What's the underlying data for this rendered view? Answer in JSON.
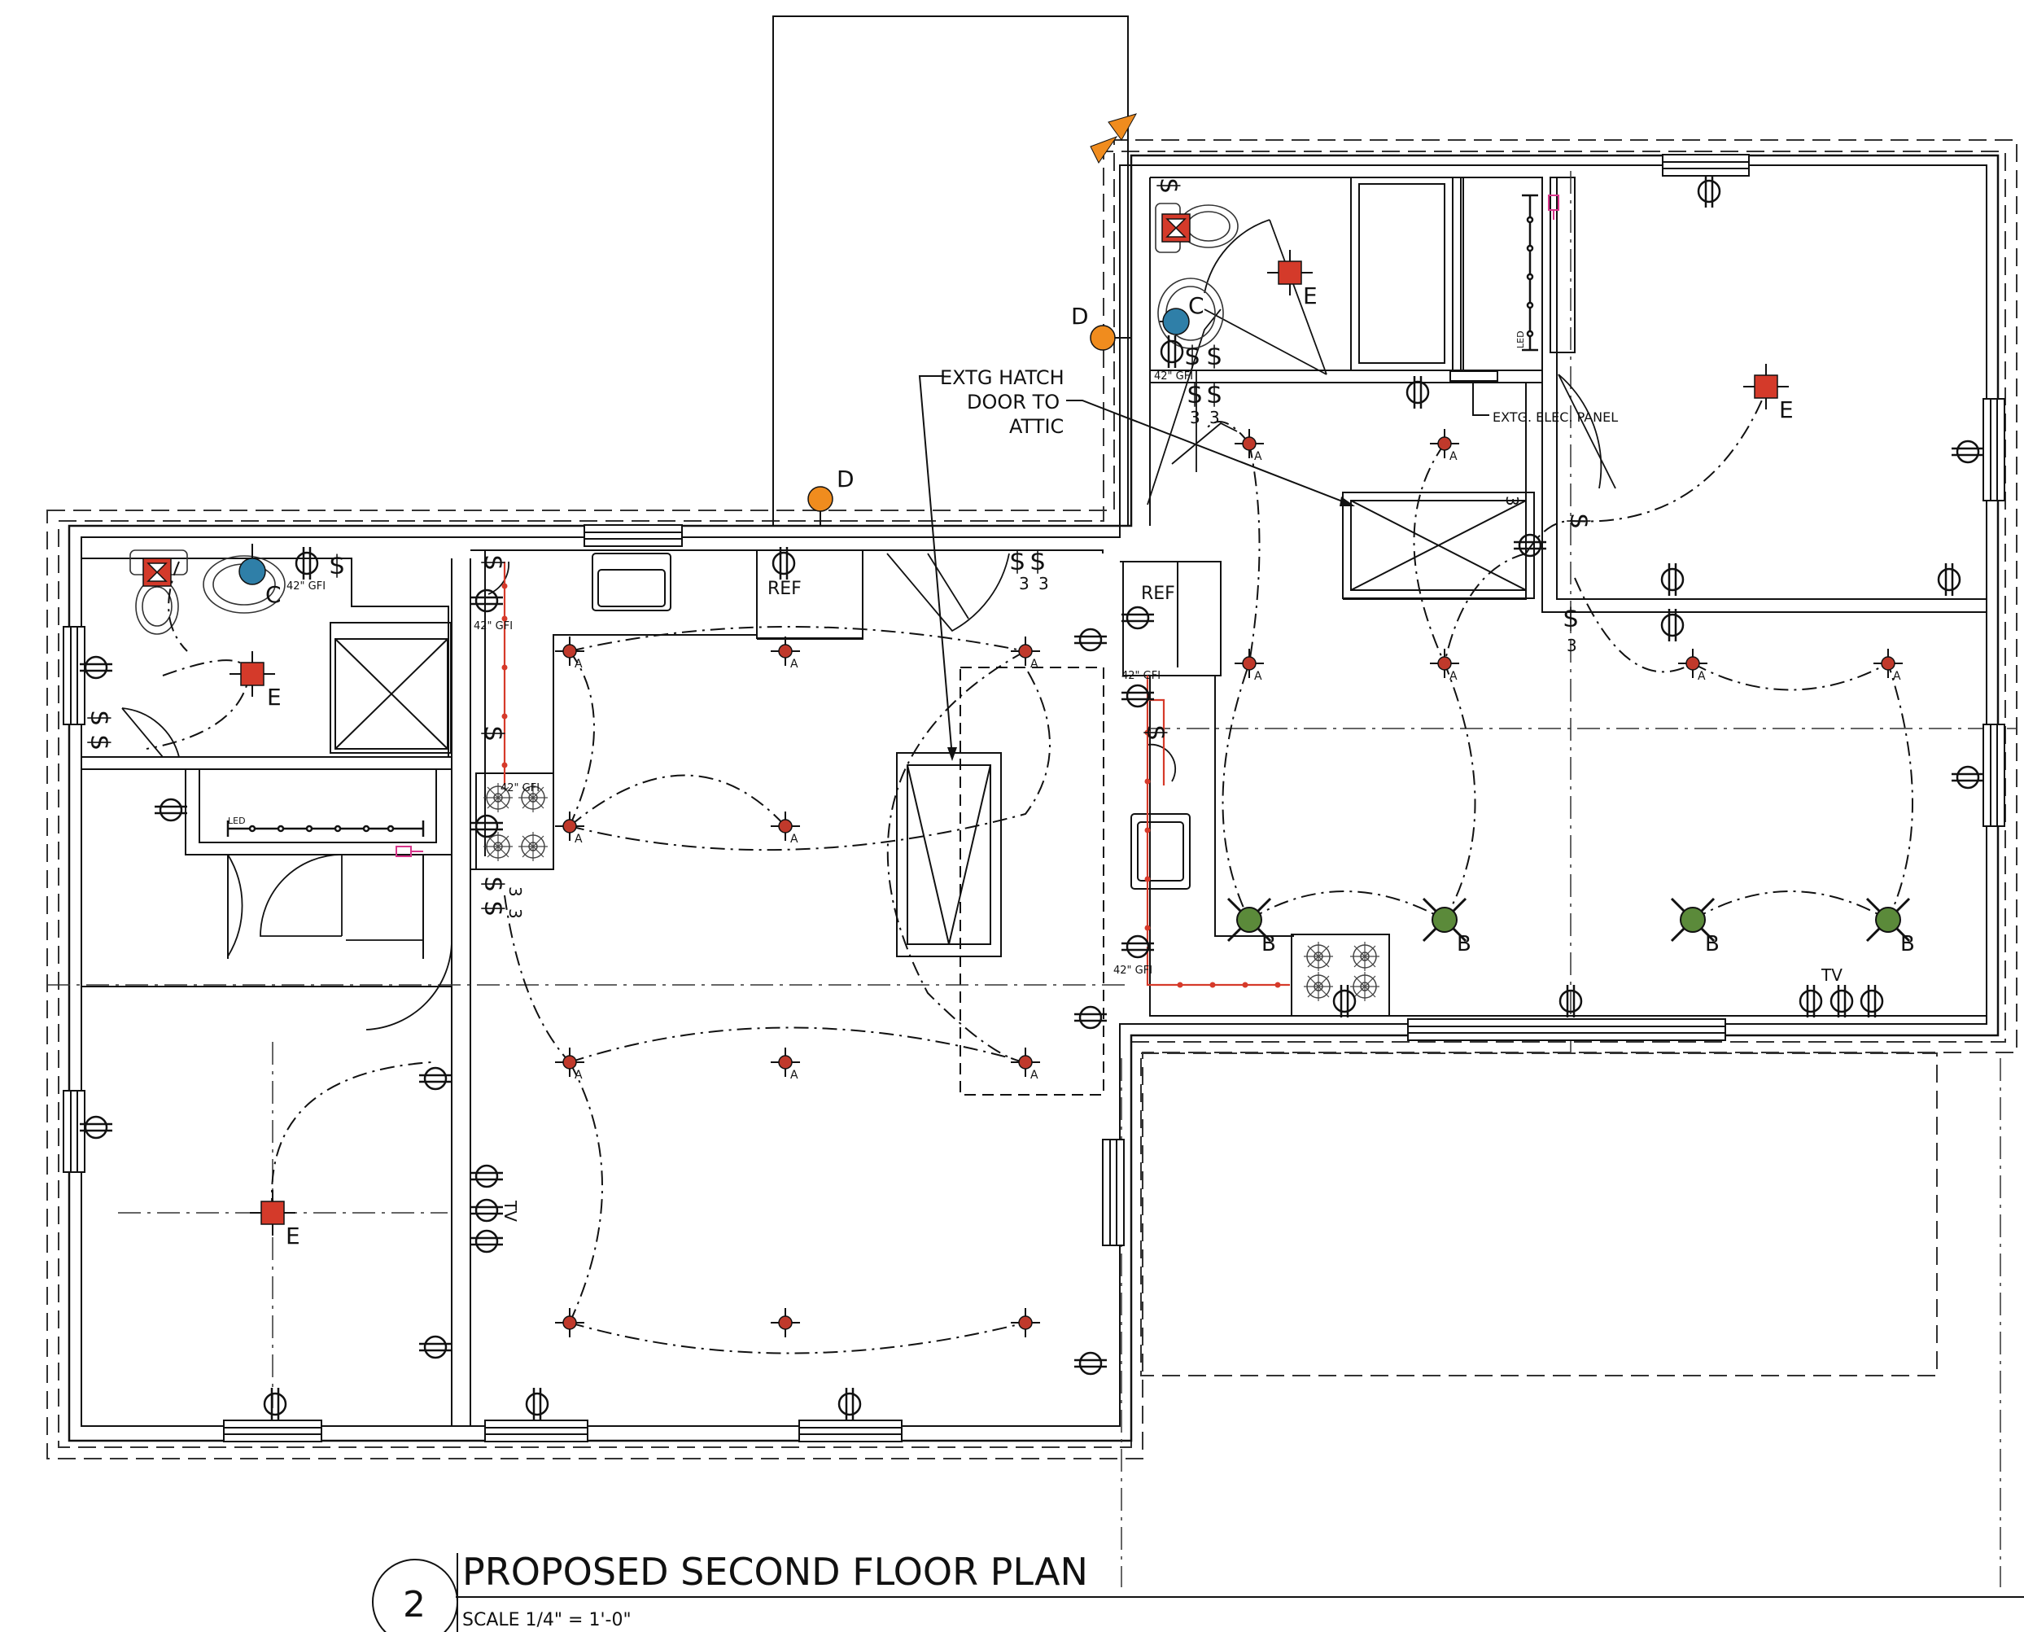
{
  "title": "PROPOSED SECOND FLOOR PLAN",
  "scale": "SCALE 1/4\" = 1'-0\"",
  "detail_number": "2",
  "annotations": {
    "hatch_1": "EXTG HATCH",
    "hatch_2": "DOOR TO",
    "hatch_3": "ATTIC",
    "panel": "EXTG. ELEC. PANEL",
    "gfi": "42\" GFI",
    "ref": "REF",
    "led": "LED",
    "tv": "TV",
    "switch": "$",
    "three_way": "3"
  },
  "fixture_tags": {
    "pendant": "A",
    "ceiling_fan": "B",
    "vanity": "C",
    "exterior": "D",
    "exhaust": "E"
  },
  "colors": {
    "fixture_a": "#c0392b",
    "fixture_b": "#5b8a3a",
    "fixture_c": "#2f7fa8",
    "fixture_d": "#f08c1e",
    "fixture_e": "#d43a2a",
    "exhaust_fan": "#d43a2a",
    "gfi_circuit": "#d63a2a",
    "pink": "#d6358a"
  }
}
